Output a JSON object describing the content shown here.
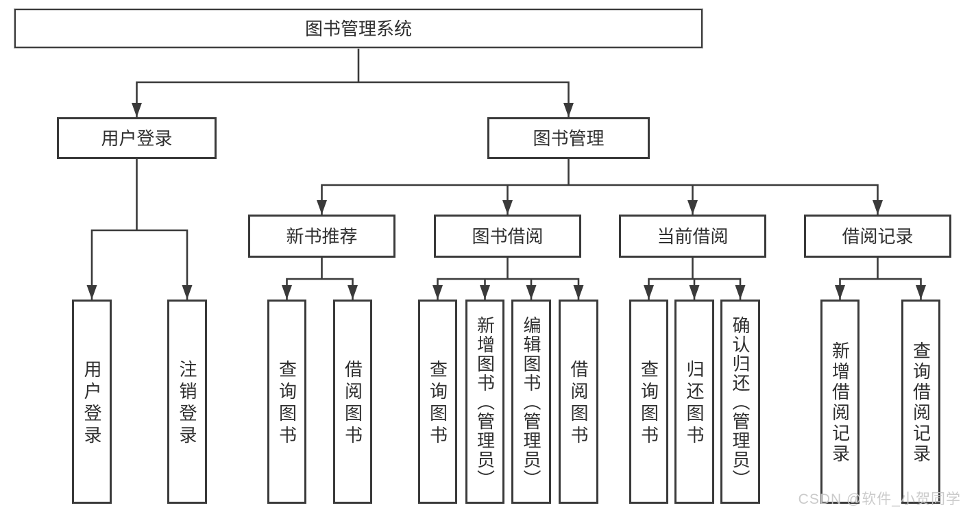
{
  "diagram": {
    "root": {
      "label": "图书管理系统"
    },
    "user_login": {
      "label": "用户登录",
      "children": [
        {
          "label": "用户登录"
        },
        {
          "label": "注销登录"
        }
      ]
    },
    "book_management": {
      "label": "图书管理",
      "sections": [
        {
          "label": "新书推荐",
          "children": [
            {
              "label": "查询图书"
            },
            {
              "label": "借阅图书"
            }
          ]
        },
        {
          "label": "图书借阅",
          "children": [
            {
              "label": "查询图书"
            },
            {
              "label": "新增图书（管理员）"
            },
            {
              "label": "编辑图书（管理员）"
            },
            {
              "label": "借阅图书"
            }
          ]
        },
        {
          "label": "当前借阅",
          "children": [
            {
              "label": "查询图书"
            },
            {
              "label": "归还图书"
            },
            {
              "label": "确认归还（管理员）"
            }
          ]
        },
        {
          "label": "借阅记录",
          "children": [
            {
              "label": "新增借阅记录"
            },
            {
              "label": "查询借阅记录"
            }
          ]
        }
      ]
    }
  },
  "colors": {
    "line": "#3a3a3a",
    "border": "#3a3a3a",
    "text": "#2f2f2f",
    "watermark": "#c7c7c7",
    "background": "#ffffff"
  },
  "watermark": {
    "text": "CSDN @软件_小贺同学"
  }
}
